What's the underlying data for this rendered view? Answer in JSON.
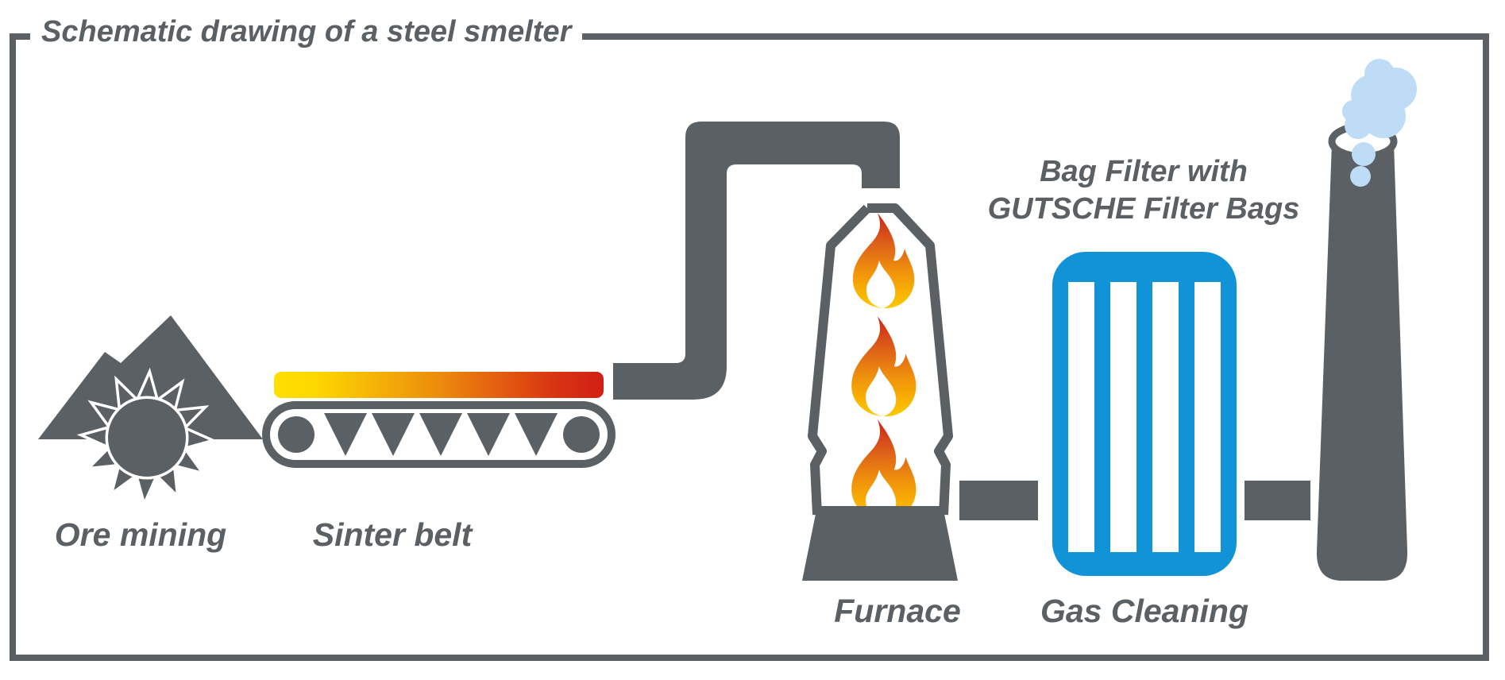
{
  "title": "Schematic drawing of a steel smelter",
  "labels": {
    "ore_mining": "Ore mining",
    "sinter_belt": "Sinter belt",
    "furnace": "Furnace",
    "gas_cleaning": "Gas Cleaning"
  },
  "annotation": {
    "line1": "Bag Filter with",
    "line2": "GUTSCHE Filter Bags"
  },
  "colors": {
    "gray": "#5a6063",
    "blue": "#1193d7",
    "smoke_blue": "#bedcf5",
    "belt_gradient_start": "#ffdf00",
    "belt_gradient_mid": "#ec8c0d",
    "belt_gradient_end": "#d02015",
    "flame_top": "#cc2318",
    "flame_mid": "#f0930c",
    "flame_bottom": "#fdc803"
  },
  "icons": [
    "mountain-icon",
    "gear-icon",
    "heat-gradient-bar",
    "conveyor-belt-icon",
    "pipe-icon",
    "furnace-icon",
    "flame-icon",
    "bag-filter-icon",
    "connector-duct",
    "chimney-icon",
    "smoke-icon"
  ]
}
